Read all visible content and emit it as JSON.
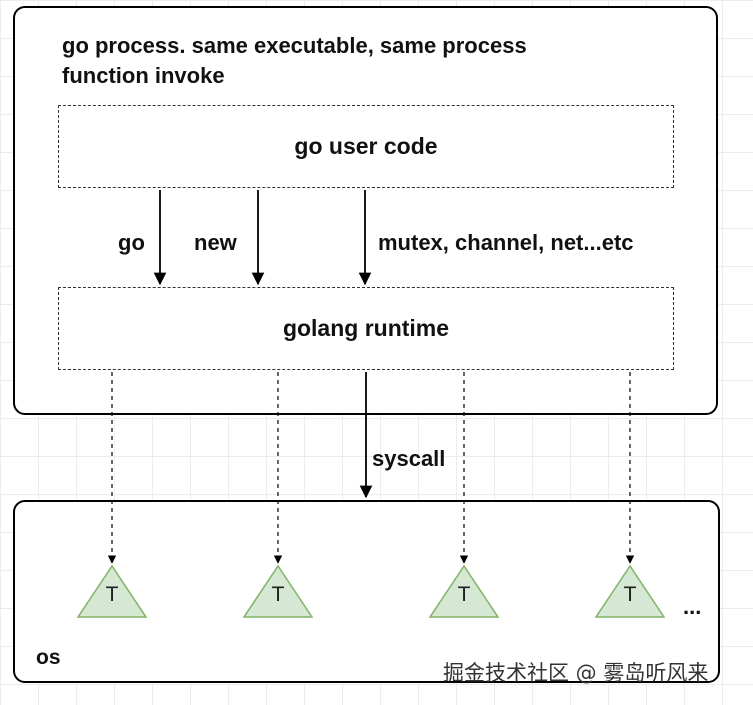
{
  "process_box": {
    "title_line1": "go process. same executable, same process",
    "title_line2": "function invoke"
  },
  "user_code": {
    "label": "go user code"
  },
  "edges": {
    "go": "go",
    "new": "new",
    "mutex": "mutex, channel, net...etc",
    "syscall": "syscall"
  },
  "runtime": {
    "label": "golang runtime"
  },
  "os_box": {
    "label": "os",
    "thread_label": "T",
    "thread_count": 4,
    "ellipsis": "..."
  },
  "watermark": "掘金技术社区 @ 雾岛听风来",
  "colors": {
    "thread_fill": "#d5e8d4",
    "thread_stroke": "#82b366",
    "line": "#000000",
    "grid": "#ececec"
  }
}
